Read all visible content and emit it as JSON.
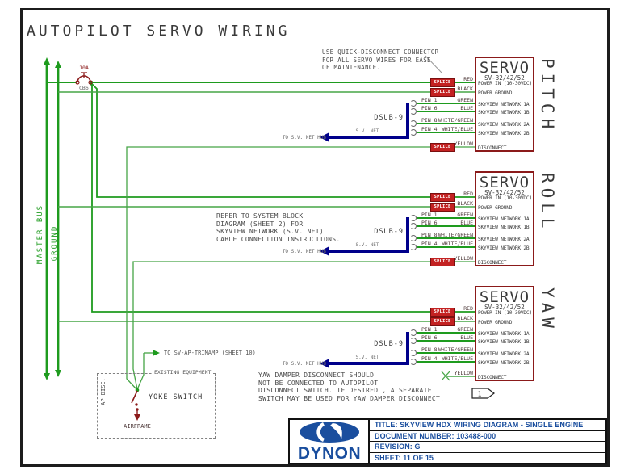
{
  "title": "AUTOPILOT SERVO WIRING",
  "colors": {
    "wire_green": "#1e9b1e",
    "ground_green": "#46a546",
    "dsub_blue": "#00008b",
    "servo_maroon": "#8b1a1a",
    "splice_red": "#c32222",
    "brand_blue": "#1a4e9e",
    "ink": "#3c3c3c"
  },
  "buses": {
    "master_label": "MASTER BUS",
    "ground_label": "GROUND"
  },
  "breaker": {
    "rating": "10A",
    "name": "CB6"
  },
  "notes": {
    "quick_disconnect": [
      "USE QUICK-DISCONNECT CONNECTOR",
      "FOR ALL SERVO WIRES FOR EASE",
      "OF MAINTENANCE."
    ],
    "sv_net": [
      "REFER TO SYSTEM BLOCK",
      "DIAGRAM (SHEET 2) FOR",
      "SKYVIEW NETWORK (S.V. NET)",
      "CABLE CONNECTION INSTRUCTIONS."
    ],
    "yaw_damper": [
      "YAW DAMPER DISCONNECT SHOULD",
      "NOT BE CONNECTED TO AUTOPILOT",
      "DISCONNECT SWITCH. IF DESIRED , A SEPARATE",
      "SWITCH MAY BE USED FOR YAW DAMPER DISCONNECT."
    ]
  },
  "trimamp_label": "TO SV-AP-TRIMAMP (SHEET 10)",
  "existing_equipment": {
    "box_label": "EXISTING EQUIPMENT",
    "switch_label": "AP DISC.",
    "yoke_label": "YOKE SWITCH",
    "airframe_label": "AIRFRAME"
  },
  "servo_template": {
    "name": "SERVO",
    "model": "SV-32/42/52",
    "splice_label": "SPLICE",
    "dsub_label": "DSUB-9",
    "svnet_arrow_label": "S.V. NET",
    "svnet_dest_label": "TO S.V. NET HUB",
    "rows": [
      {
        "pin": "",
        "wire": "RED",
        "label": "POWER IN (10-30VDC)"
      },
      {
        "pin": "",
        "wire": "BLACK",
        "label": "POWER GROUND"
      },
      {
        "pin": "PIN 1",
        "wire": "GREEN",
        "label": "SKYVIEW NETWORK 1A"
      },
      {
        "pin": "PIN 6",
        "wire": "BLUE",
        "label": "SKYVIEW NETWORK 1B"
      },
      {
        "pin": "PIN 8",
        "wire": "WHITE/GREEN",
        "label": "SKYVIEW NETWORK 2A"
      },
      {
        "pin": "PIN 4",
        "wire": "WHITE/BLUE",
        "label": "SKYVIEW NETWORK 2B"
      },
      {
        "pin": "",
        "wire": "YELLOW",
        "label": "DISCONNECT"
      }
    ]
  },
  "servos": [
    {
      "axis": "PITCH"
    },
    {
      "axis": "ROLL"
    },
    {
      "axis": "YAW",
      "flag": "1",
      "yellow_not_connected": true
    }
  ],
  "titleblock": {
    "logo": "DYNON",
    "rows": [
      "TITLE: SKYVIEW HDX WIRING DIAGRAM - SINGLE ENGINE",
      "DOCUMENT NUMBER: 103488-000",
      "REVISION: G",
      "SHEET: 11 OF 15"
    ]
  }
}
